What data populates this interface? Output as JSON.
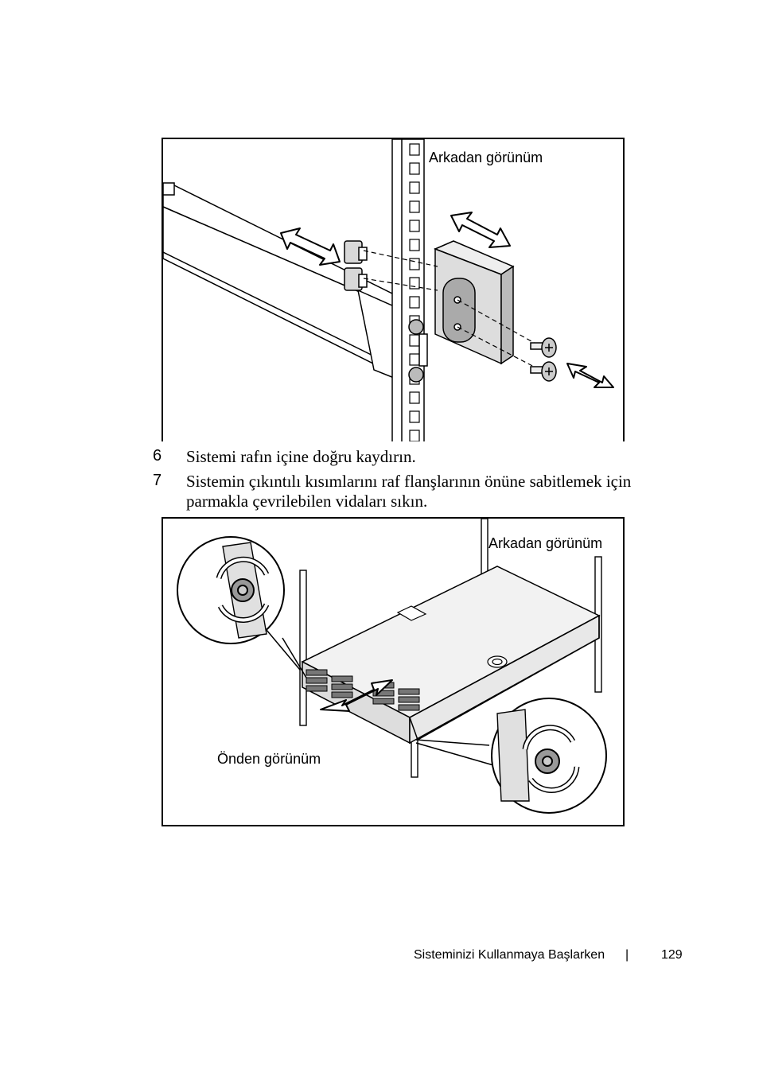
{
  "figure1": {
    "label": "Arkadan görünüm"
  },
  "steps": [
    {
      "number": "6",
      "text": "Sistemi rafın içine doğru kaydırın."
    },
    {
      "number": "7",
      "text": "Sistemin çıkıntılı kısımlarını raf flanşlarının önüne sabitlemek için parmakla çevrilebilen vidaları sıkın."
    }
  ],
  "figure2": {
    "rear_label": "Arkadan görünüm",
    "front_label": "Önden görünüm"
  },
  "footer": {
    "section_title": "Sisteminizi Kullanmaya Başlarken",
    "separator": "|",
    "page_number": "129"
  }
}
